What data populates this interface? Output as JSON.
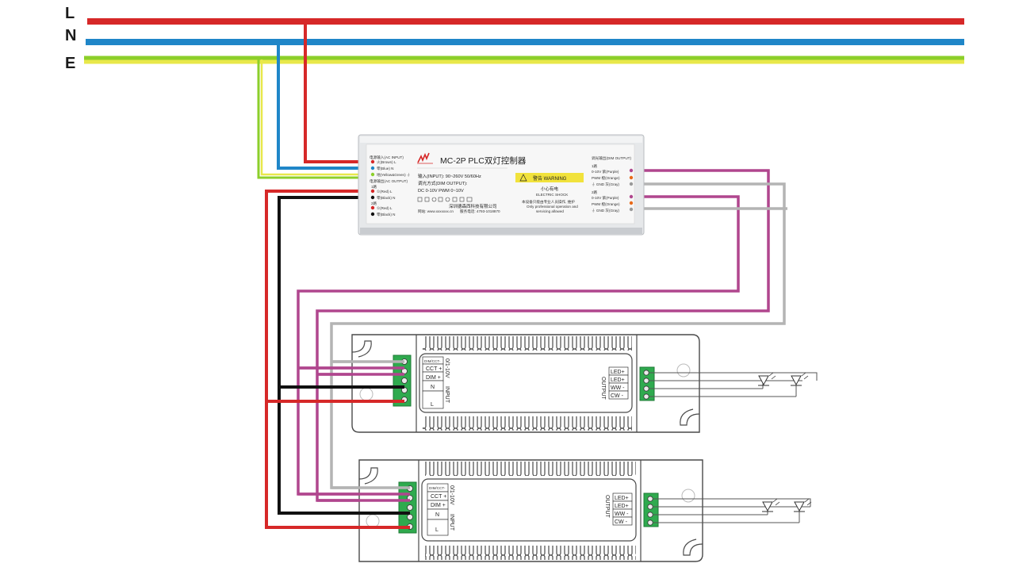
{
  "bus": {
    "l_label": "L",
    "n_label": "N",
    "e_label": "E",
    "colors": {
      "live": "#d62828",
      "neutral": "#1f86c8",
      "earth_green": "#8ccf2a",
      "earth_yellow": "#e8e84a",
      "dim_purple": "#b0468e",
      "dim_gray": "#b4b4b4",
      "black": "#111111"
    }
  },
  "controller": {
    "title": "MC-2P PLC双灯控制器",
    "ac_input_label": "电源输入(AC INPUT)",
    "in_l": "火(Brown)  L",
    "in_n": "零(Blue)  N",
    "in_e": "地(Yellow&Green) ⏚",
    "ac_output_label": "电源输出(AC OUTPUT)",
    "out1_label": "1路",
    "out1_l": "①(Red)  L",
    "out1_n": "零(Black)  N",
    "out2_label": "2路",
    "out2_l": "①(Red)  L",
    "out2_n": "零(Black)  N",
    "spec_input": "输入(INPUT): 90~260V   50/60Hz",
    "spec_dim": "调光方式(DIM OUTPUT):",
    "spec_dim_values": "DC 0-10V   PWM 0~10V",
    "company": "深圳德森西科技有限公司",
    "web": "网站:  www.xxxxxxx.cn",
    "phone": "服务电话:  4793-1018870",
    "warning_header": "警告  WARNING",
    "warning_cn": "小心有电",
    "warning_en": "ELECTRIC SHOCK",
    "warning_note_cn": "本设备只能由专业人员操作, 维护",
    "warning_note_en1": "Only professional operation and",
    "warning_note_en2": "servicing allowed",
    "dim_output_label": "调光输出(DIM OUTPUT)",
    "ch1_label": "1路",
    "ch1_010": "0-10V  紫(Purple)",
    "ch1_pwm": "PWM   橙(Orange)",
    "ch1_gnd": "⏚ GND   灰(Gray)",
    "ch2_label": "2路",
    "ch2_010": "0-10V  紫(Purple)",
    "ch2_pwm": "PWM   橙(Orange)",
    "ch2_gnd": "⏚ GND   灰(Gray)"
  },
  "drivers": [
    {
      "in_terminals": [
        "DIM/CCT-",
        "CCT +",
        "DIM +",
        "N",
        "L"
      ],
      "vertical_label": "0/1-10V",
      "input_label": "INPUT",
      "output_label": "OUTPUT",
      "out_terminals": [
        "LED+",
        "LED+",
        "WW -",
        "CW -"
      ]
    },
    {
      "in_terminals": [
        "DIM/CCT-",
        "CCT +",
        "DIM +",
        "N",
        "L"
      ],
      "vertical_label": "0/1-10V",
      "input_label": "INPUT",
      "output_label": "OUTPUT",
      "out_terminals": [
        "LED+",
        "LED+",
        "WW -",
        "CW -"
      ]
    }
  ]
}
